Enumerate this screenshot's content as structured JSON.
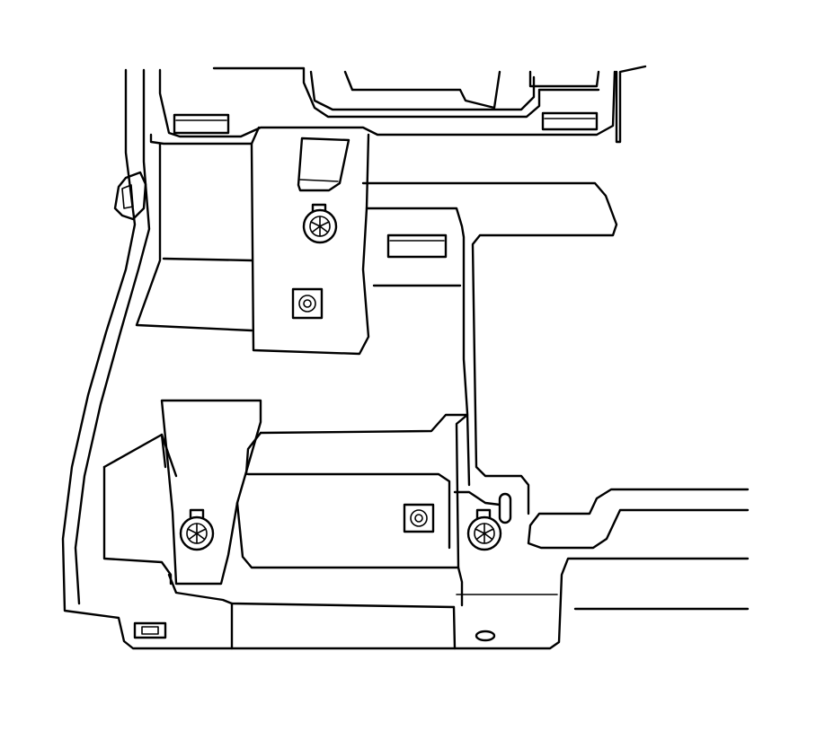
{
  "diagram": {
    "background_color": "#ffffff",
    "line_color": "#000000",
    "parts": {
      "floor_panel": "floor-panel",
      "upper_bracket": "upper-bracket",
      "lower_bracket": "lower-bracket",
      "fasteners": [
        "bolt-upper",
        "bolt-lower-left",
        "bolt-lower-right"
      ],
      "nuts": [
        "nut-upper",
        "nut-lower-middle",
        "nut-lower-left"
      ]
    }
  }
}
